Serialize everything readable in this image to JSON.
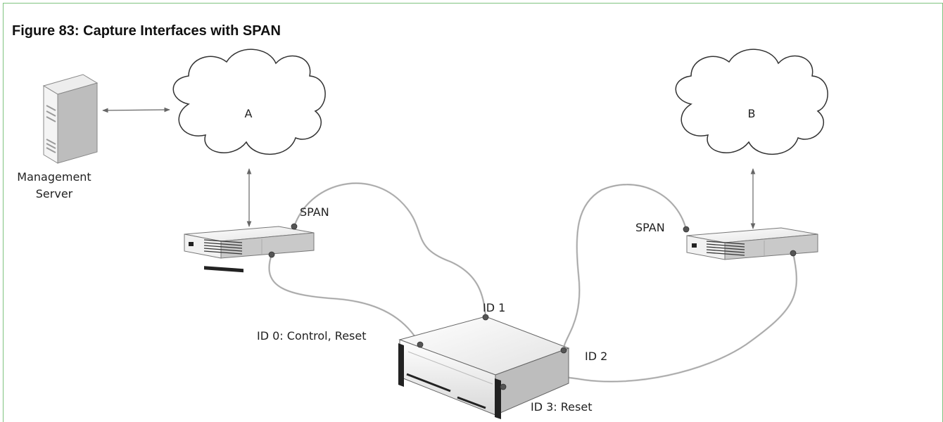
{
  "figure": {
    "title": "Figure 83: Capture Interfaces with SPAN"
  },
  "nodes": {
    "management_server": {
      "line1": "Management",
      "line2": "Server"
    },
    "cloud_a": {
      "label": "A"
    },
    "cloud_b": {
      "label": "B"
    },
    "switch_a": {
      "span_label": "SPAN"
    },
    "switch_b": {
      "span_label": "SPAN"
    },
    "appliance": {
      "port_id0": "ID 0: Control, Reset",
      "port_id1": "ID 1",
      "port_id2": "ID 2",
      "port_id3": "ID 3: Reset"
    }
  },
  "colors": {
    "frame": "#7fc27f",
    "device_face": "#f4f4f4",
    "device_side": "#c8c8c8",
    "cable": "#c8c8c8"
  }
}
